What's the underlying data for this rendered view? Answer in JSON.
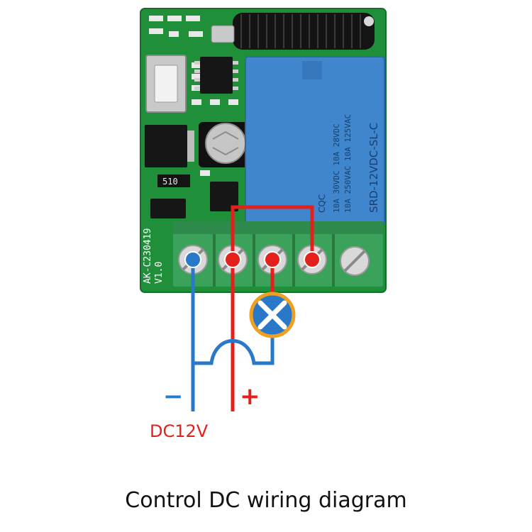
{
  "pcb": {
    "board_id": "AK-C230419",
    "version": "V1.0",
    "resistor_code": "510"
  },
  "relay": {
    "brand": "CQC",
    "model": "SRD-12VDC-SL-C",
    "rating_line_1": "10A 250VAC  10A 125VAC",
    "rating_line_2": "10A 30VDC   10A 28VDC"
  },
  "wiring": {
    "minus_symbol": "−",
    "plus_symbol": "+",
    "supply_label": "DC12V"
  },
  "caption": "Control DC wiring diagram",
  "colors": {
    "pcb_green": "#1f8f3a",
    "relay_blue": "#3f86cc",
    "terminal_green": "#3aa25a",
    "wire_red": "#e3201b",
    "wire_blue": "#2a78c8",
    "lamp_border": "#f0a020",
    "lamp_fill": "#2a78c8",
    "supply_text": "#e3201b"
  },
  "icons": {
    "lamp": "lamp-x-icon",
    "antenna": "coil-antenna-icon"
  }
}
